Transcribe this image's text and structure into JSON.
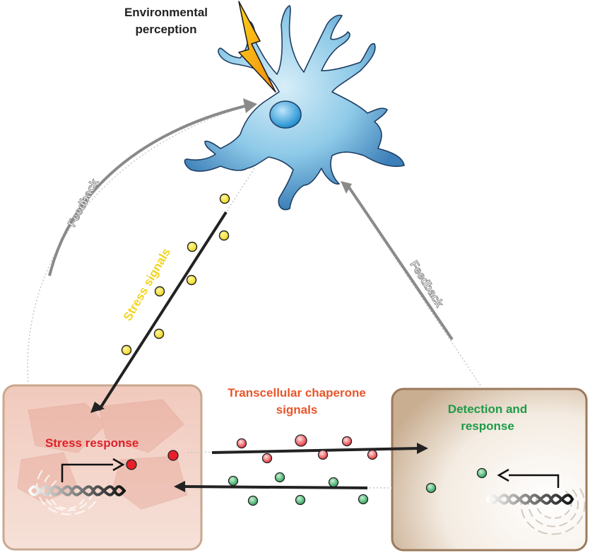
{
  "labels": {
    "environmental_perception": "Environmental perception",
    "stress_signals": "Stress signals",
    "feedback_left": "Feedback",
    "feedback_right": "Feedback",
    "transcellular": "Transcellular chaperone signals",
    "stress_response": "Stress response",
    "detection_response": "Detection and response"
  },
  "colors": {
    "yellow_signal": "#f0dc1e",
    "red_signal": "#e8323a",
    "green_signal": "#2fa35a",
    "neuron_fill": "#8ecae8",
    "stress_text": "#e0202a",
    "chaperone_text": "#e8552a",
    "detection_text": "#1f9a4a",
    "feedback_text": "#8a8a8a",
    "stress_signals_text": "#f2d41c"
  }
}
